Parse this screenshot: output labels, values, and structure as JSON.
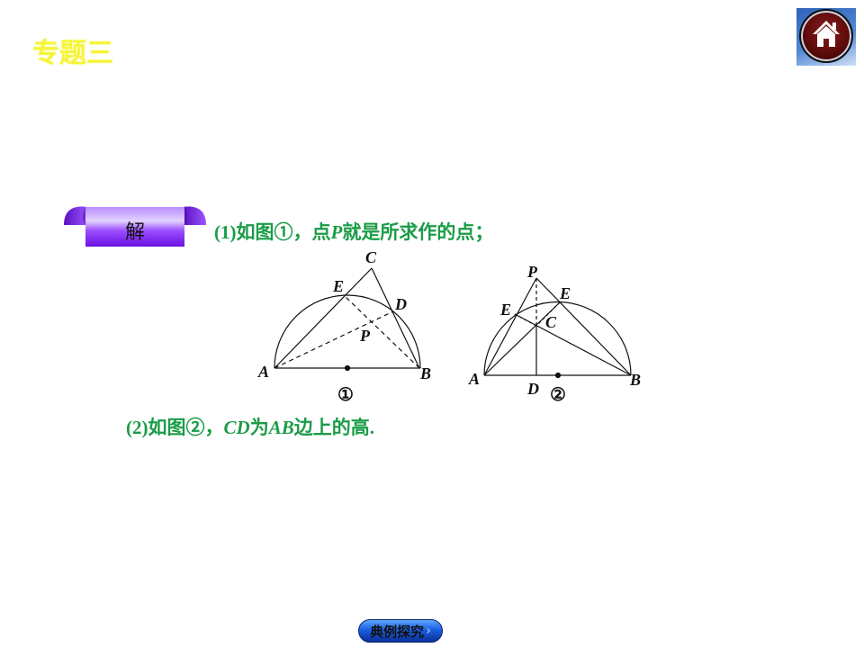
{
  "header": {
    "topic_title": "专题三",
    "home_button_icon": "home-icon"
  },
  "solution": {
    "badge_label": "解",
    "line1": {
      "prefix": "(1)如图①，点",
      "var_p": "P",
      "suffix": "就是所求作的点；"
    },
    "line2": {
      "prefix": "(2)如图②，",
      "var_cd": "CD",
      "mid": "为",
      "var_ab": "AB",
      "suffix": "边上的高."
    }
  },
  "figure1": {
    "caption": "①",
    "labels": {
      "A": "A",
      "B": "B",
      "C": "C",
      "D": "D",
      "E": "E",
      "P": "P"
    }
  },
  "figure2": {
    "caption": "②",
    "labels": {
      "A": "A",
      "B": "B",
      "C": "C",
      "D": "D",
      "E_left": "E",
      "E_right": "E",
      "P": "P"
    }
  },
  "footer": {
    "nav_button_label": "典例探究",
    "nav_button_icon": "chevron-right-icon"
  },
  "colors": {
    "title_yellow": "#f5f53a",
    "text_green": "#1a9c47",
    "ribbon_purple": "#8a2be2",
    "home_red": "#7a1414",
    "nav_blue": "#1c5fe0"
  }
}
